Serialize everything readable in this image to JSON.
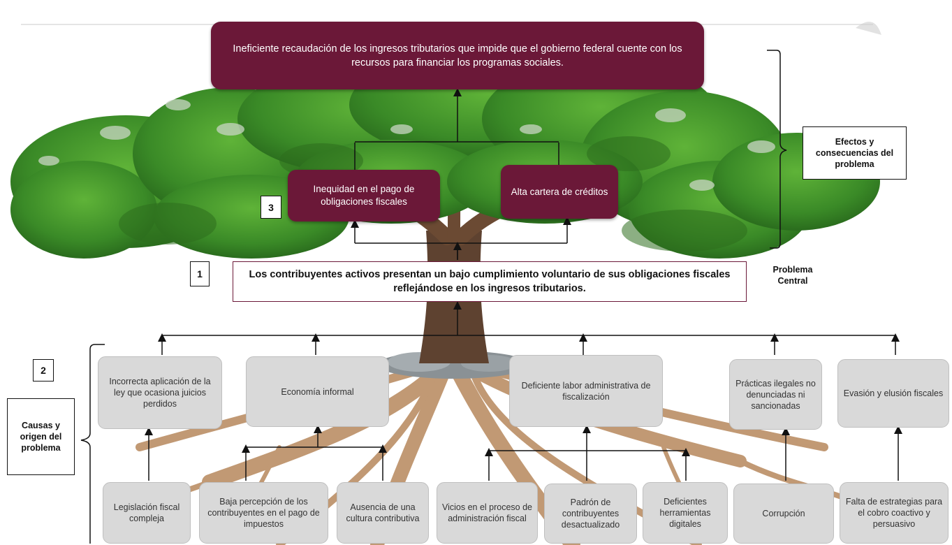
{
  "effects": {
    "main": "Ineficiente recaudación de los ingresos tributarios que impide que el gobierno federal cuente con los recursos para financiar los programas sociales.",
    "inequity": "Inequidad en el pago de obligaciones fiscales",
    "portfolio": "Alta cartera de créditos"
  },
  "central_problem": "Los contribuyentes activos presentan un bajo cumplimiento voluntario de sus obligaciones fiscales reflejándose en los ingresos tributarios.",
  "labels": {
    "effects": "Efectos y consecuencias del problema",
    "central": "Problema Central",
    "causes": "Causas y origen del problema"
  },
  "numbers": {
    "n1": "1",
    "n2": "2",
    "n3": "3"
  },
  "causes": {
    "law": "Incorrecta aplicación de la ley que ocasiona juicios perdidos",
    "informal": "Economía informal",
    "admin": "Deficiente labor administrativa de fiscalización",
    "illegal": "Prácticas ilegales no denunciadas ni sancionadas",
    "evasion": "Evasión y elusión fiscales"
  },
  "root_causes": {
    "legislation": "Legislación fiscal compleja",
    "perception": "Baja percepción de los contribuyentes en el pago de impuestos",
    "culture": "Ausencia de una cultura contributiva",
    "vices": "Vicios en el proceso de administración fiscal",
    "registry": "Padrón de contribuyentes desactualizado",
    "digital": "Deficientes herramientas digitales",
    "corruption": "Corrupción",
    "strategies": "Falta de estrategias para el cobro coactivo y persuasivo"
  },
  "colors": {
    "effect_fill": "#6b1838",
    "cause_fill": "#d9d9d9",
    "foliage": "#3f8f2a",
    "trunk": "#6b4a33",
    "roots": "#a8784e"
  }
}
